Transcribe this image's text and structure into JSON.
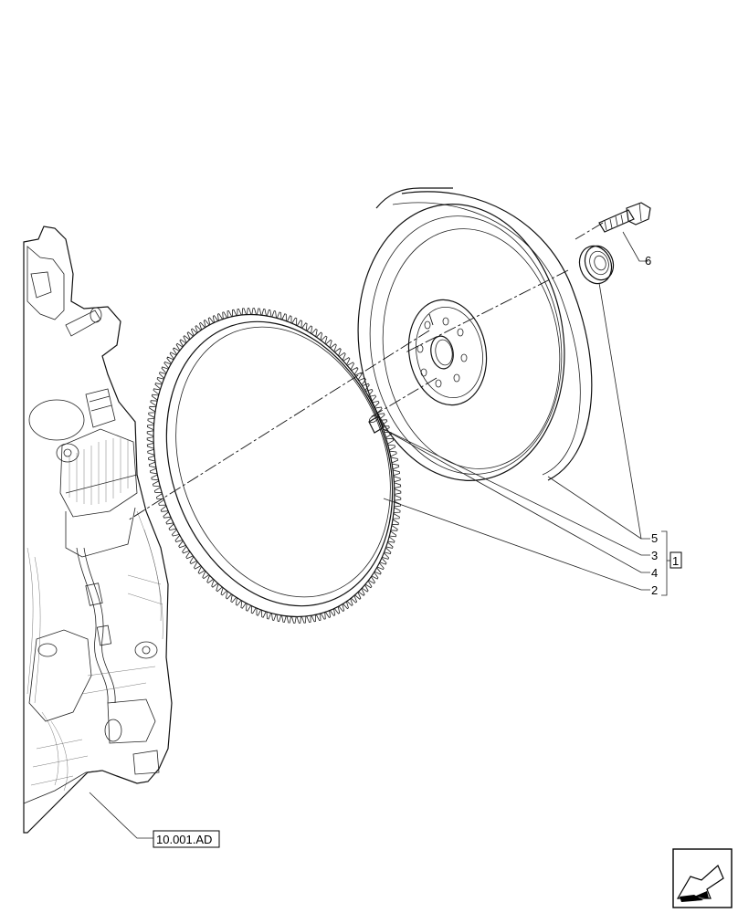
{
  "callouts": {
    "bolt": "6",
    "stack": [
      "5",
      "3",
      "4",
      "2"
    ],
    "group": "1",
    "engine_ref": "10.001.AD"
  },
  "icons": {
    "nav": "next-page-arrow-icon"
  }
}
